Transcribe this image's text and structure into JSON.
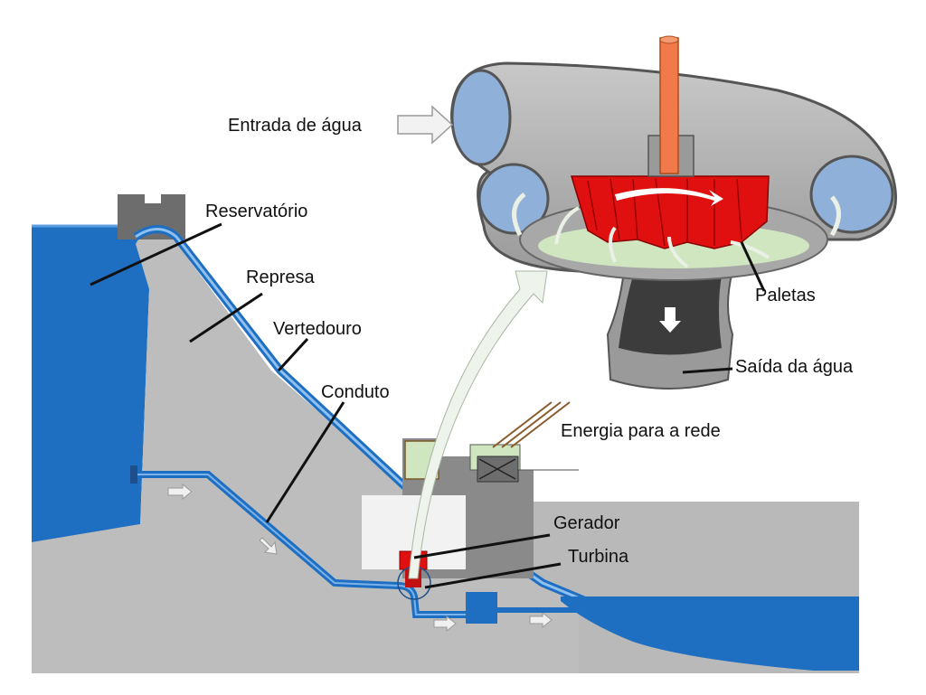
{
  "labels": {
    "entrada": "Entrada de água",
    "reservatorio": "Reservatório",
    "represa": "Represa",
    "vertedouro": "Vertedouro",
    "conduto": "Conduto",
    "energia": "Energia para a rede",
    "gerador": "Gerador",
    "turbina": "Turbina",
    "paletas": "Paletas",
    "saida": "Saída da água"
  },
  "colors": {
    "water": "#1d6fc4",
    "water_dark": "#0f5aa8",
    "concrete": "#b8b8b8",
    "concrete_dark": "#8c8c8c",
    "pipe": "#6fa6e0",
    "runner": "#e01010",
    "shaft": "#f07a4a",
    "green": "#cfe6c0"
  }
}
